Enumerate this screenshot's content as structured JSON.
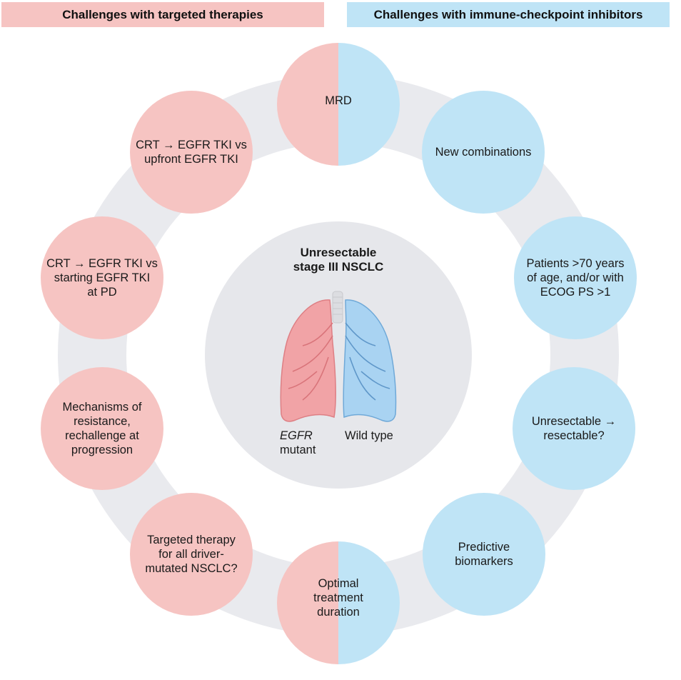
{
  "headers": {
    "left": "Challenges with targeted therapies",
    "right": "Challenges with immune-checkpoint inhibitors"
  },
  "center": {
    "title": "Unresectable\nstage III NSCLC",
    "left_label_italic": "EGFR",
    "left_label_rest": "mutant",
    "right_label": "Wild type"
  },
  "bubbles": {
    "mrd": "MRD",
    "new_combinations": "New combinations",
    "patients_70": "Patients >70 years\nof age, and/or with\nECOG PS >1",
    "unresectable_resectable": "Unresectable →\nresectable?",
    "predictive_biomarkers": "Predictive\nbiomarkers",
    "optimal_duration": "Optimal\ntreatment\nduration",
    "targeted_all": "Targeted therapy\nfor all driver-\nmutated NSCLC?",
    "mechanisms": "Mechanisms of\nresistance,\nrechallenge at\nprogression",
    "crt_pd": "CRT → EGFR TKI vs\nstarting EGFR TKI\nat PD",
    "crt_upfront": "CRT → EGFR TKI vs\nupfront EGFR TKI"
  },
  "colors": {
    "pink": "#f6c4c2",
    "blue": "#bfe4f6",
    "ring": "#e9eaee",
    "center": "#e6e7eb",
    "lung_pink": "#f1a3a6",
    "lung_blue": "#a9d3f2"
  }
}
